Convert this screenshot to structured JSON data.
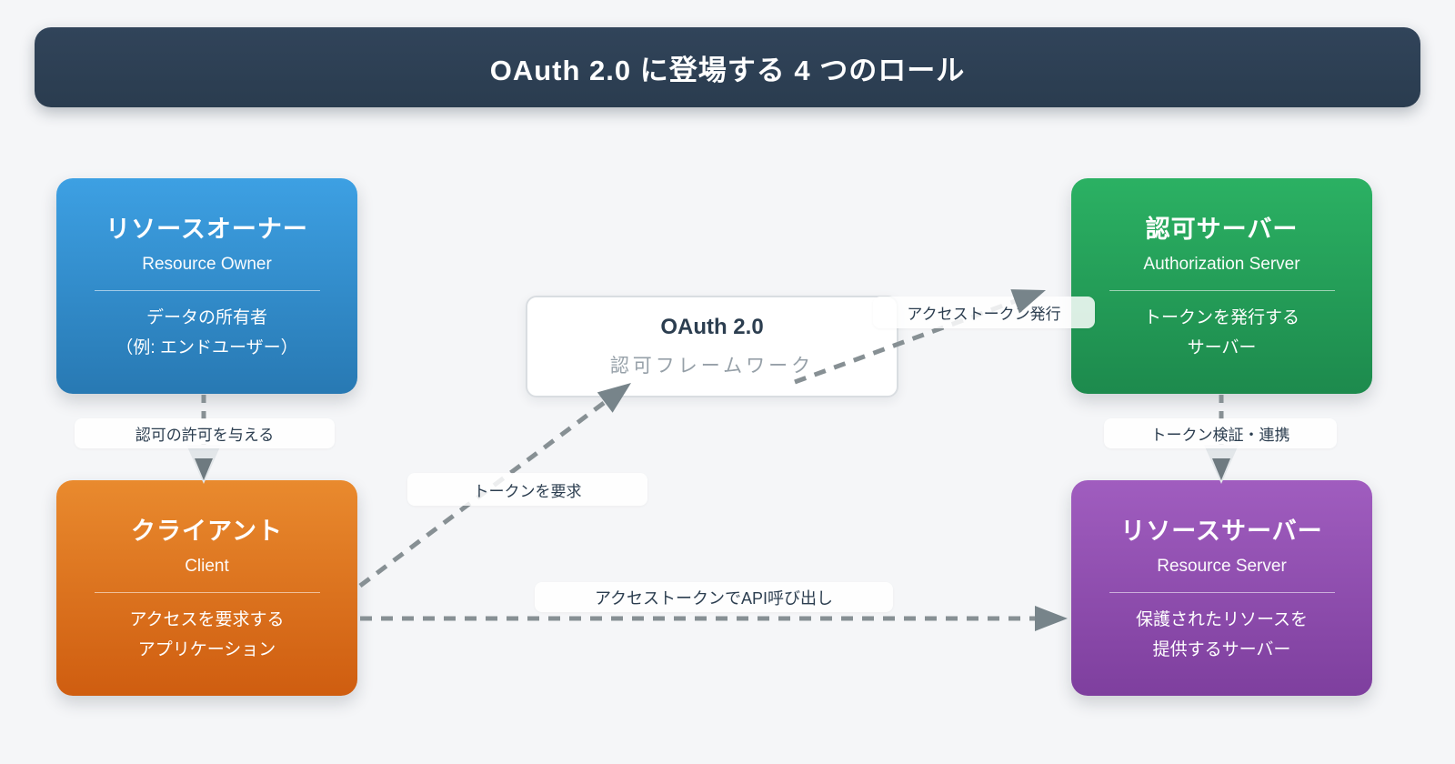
{
  "page": {
    "background_color": "#f5f6f8"
  },
  "title_bar": {
    "text": "OAuth 2.0 に登場する 4 つのロール",
    "background_color": "#2d3f53",
    "text_color": "#ffffff"
  },
  "center_box": {
    "title": "OAuth 2.0",
    "subtitle": "認可フレームワーク",
    "title_color": "#2c3e50",
    "subtitle_color": "#96a0a8"
  },
  "nodes": [
    {
      "id": "resource-owner",
      "title": "リソースオーナー",
      "subtitle": "Resource Owner",
      "description_lines": [
        "データの所有者",
        "（例: エンドユーザー）"
      ],
      "gradient_top": "#3da0e3",
      "gradient_bottom": "#2879b3"
    },
    {
      "id": "authorization-server",
      "title": "認可サーバー",
      "subtitle": "Authorization Server",
      "description_lines": [
        "トークンを発行する",
        "サーバー"
      ],
      "gradient_top": "#2bb163",
      "gradient_bottom": "#1d8a4d"
    },
    {
      "id": "client",
      "title": "クライアント",
      "subtitle": "Client",
      "description_lines": [
        "アクセスを要求する",
        "アプリケーション"
      ],
      "gradient_top": "#e98a2e",
      "gradient_bottom": "#cf5d10"
    },
    {
      "id": "resource-server",
      "title": "リソースサーバー",
      "subtitle": "Resource Server",
      "description_lines": [
        "保護されたリソースを",
        "提供するサーバー"
      ],
      "gradient_top": "#a05dbf",
      "gradient_bottom": "#7e3f9e"
    }
  ],
  "edges": [
    {
      "id": "grant",
      "label": "認可の許可を与える",
      "from": "resource-owner",
      "to": "client"
    },
    {
      "id": "request-token",
      "label": "トークンを要求",
      "from": "client",
      "to": "oauth-framework"
    },
    {
      "id": "issue-token",
      "label": "アクセストークン発行",
      "from": "oauth-framework",
      "to": "authorization-server"
    },
    {
      "id": "verify",
      "label": "トークン検証・連携",
      "from": "authorization-server",
      "to": "resource-server"
    },
    {
      "id": "api-call",
      "label": "アクセストークンでAPI呼び出し",
      "from": "client",
      "to": "resource-server"
    }
  ],
  "colors": {
    "dashed_line": "#879094",
    "arrowhead": "#6e7a80",
    "edge_label_text": "#2c3e50"
  }
}
